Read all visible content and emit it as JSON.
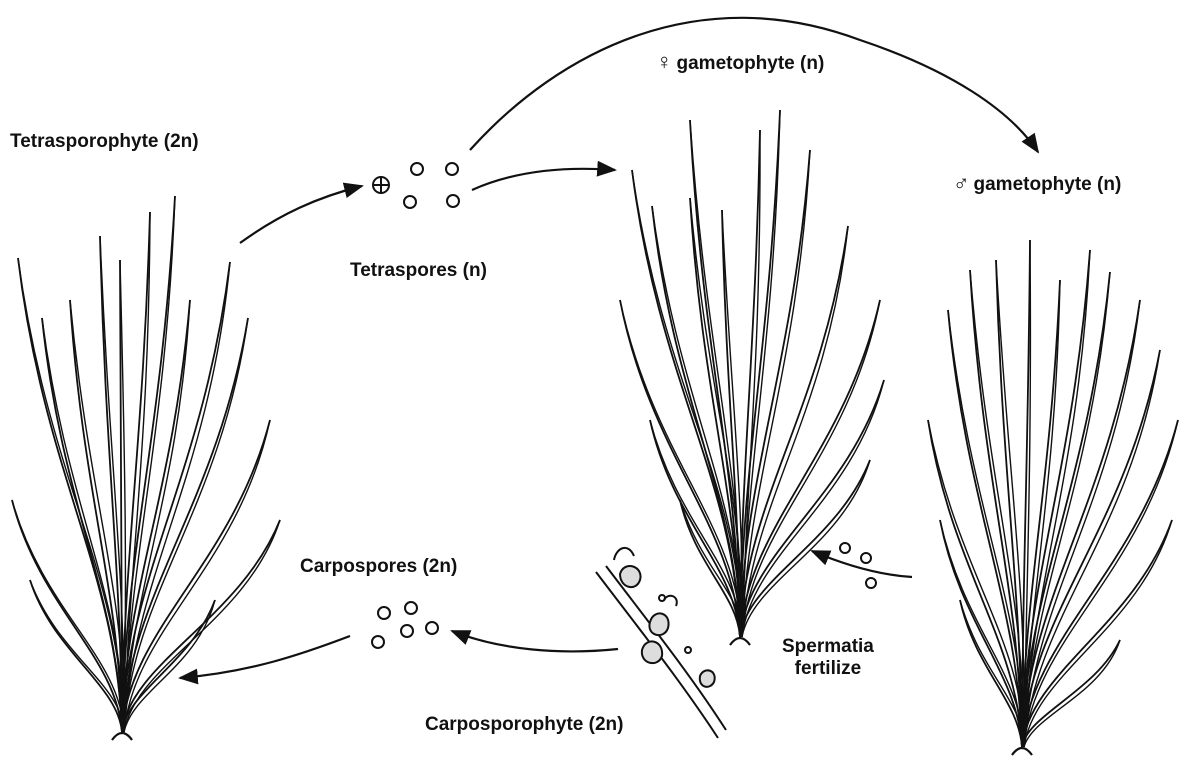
{
  "labels": {
    "tetrasporophyte": "Tetrasporophyte (2n)",
    "tetraspores": "Tetraspores (n)",
    "female_symbol": "♀",
    "female_gametophyte": "gametophyte (n)",
    "male_symbol": "♂",
    "male_gametophyte": "gametophyte (n)",
    "carpospores": "Carpospores (2n)",
    "carposporophyte": "Carposporophyte (2n)",
    "spermatia_line1": "Spermatia",
    "spermatia_line2": "fertilize"
  },
  "colors": {
    "ink": "#111111",
    "background": "#ffffff"
  }
}
